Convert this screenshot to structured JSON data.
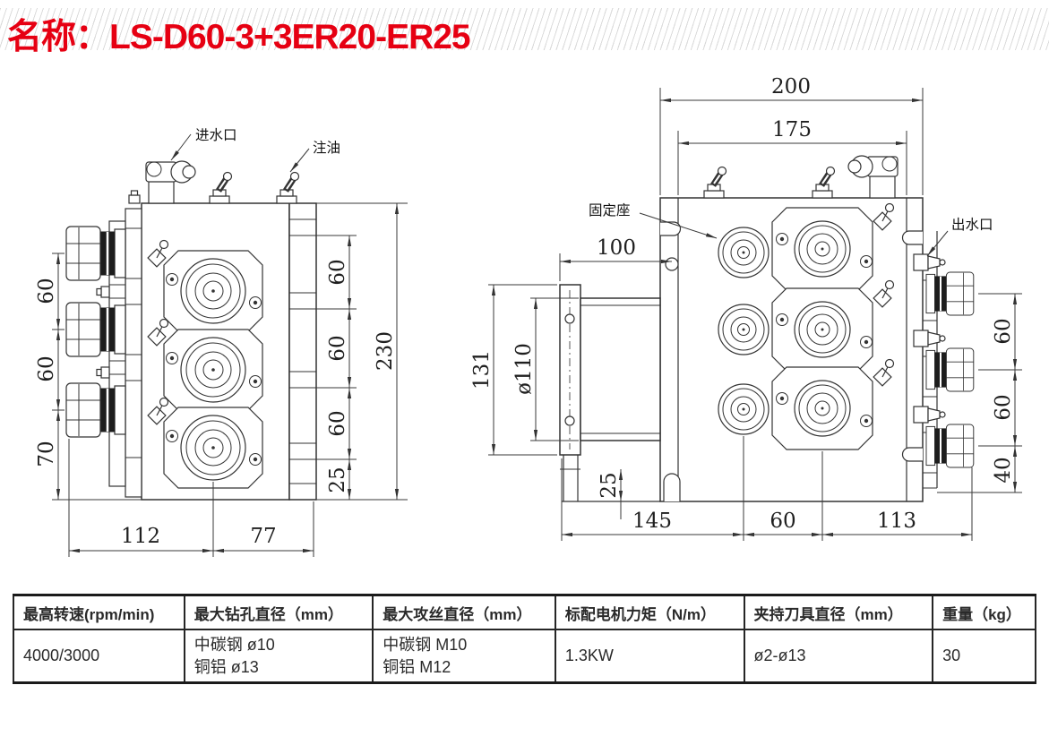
{
  "title": "名称：LS-D60-3+3ER20-ER25",
  "colors": {
    "accent_red": "#e60012",
    "line": "#333333"
  },
  "left_view": {
    "labels": {
      "water_inlet": "进水口",
      "oil_fill": "注油"
    },
    "dims": {
      "left_chain": [
        "60",
        "60",
        "70"
      ],
      "right_chain": [
        "60",
        "60",
        "60",
        "25"
      ],
      "overall_height": "230",
      "bottom_chain": [
        "112",
        "77"
      ]
    }
  },
  "right_view": {
    "labels": {
      "mount_seat": "固定座",
      "water_outlet": "出水口"
    },
    "dims": {
      "top_overall": "200",
      "top_inner": "175",
      "left_offset": "100",
      "flange_height": "131",
      "cylinder_diameter": "ø110",
      "base_thickness": "25",
      "bottom_chain": [
        "145",
        "60",
        "113"
      ],
      "right_chain": [
        "60",
        "60",
        "40"
      ]
    }
  },
  "spec_table": {
    "columns": [
      {
        "header": "最高转速(rpm/min)",
        "lines": [
          "4000/3000"
        ]
      },
      {
        "header": "最大钻孔直径（mm）",
        "lines": [
          "中碳钢 ø10",
          "铜铝 ø13"
        ]
      },
      {
        "header": "最大攻丝直径（mm）",
        "lines": [
          "中碳钢 M10",
          "铜铝 M12"
        ]
      },
      {
        "header": "标配电机力矩（N/m）",
        "lines": [
          "1.3KW"
        ]
      },
      {
        "header": "夹持刀具直径（mm）",
        "lines": [
          "ø2-ø13"
        ]
      },
      {
        "header": "重量（kg）",
        "lines": [
          "30"
        ]
      }
    ]
  }
}
